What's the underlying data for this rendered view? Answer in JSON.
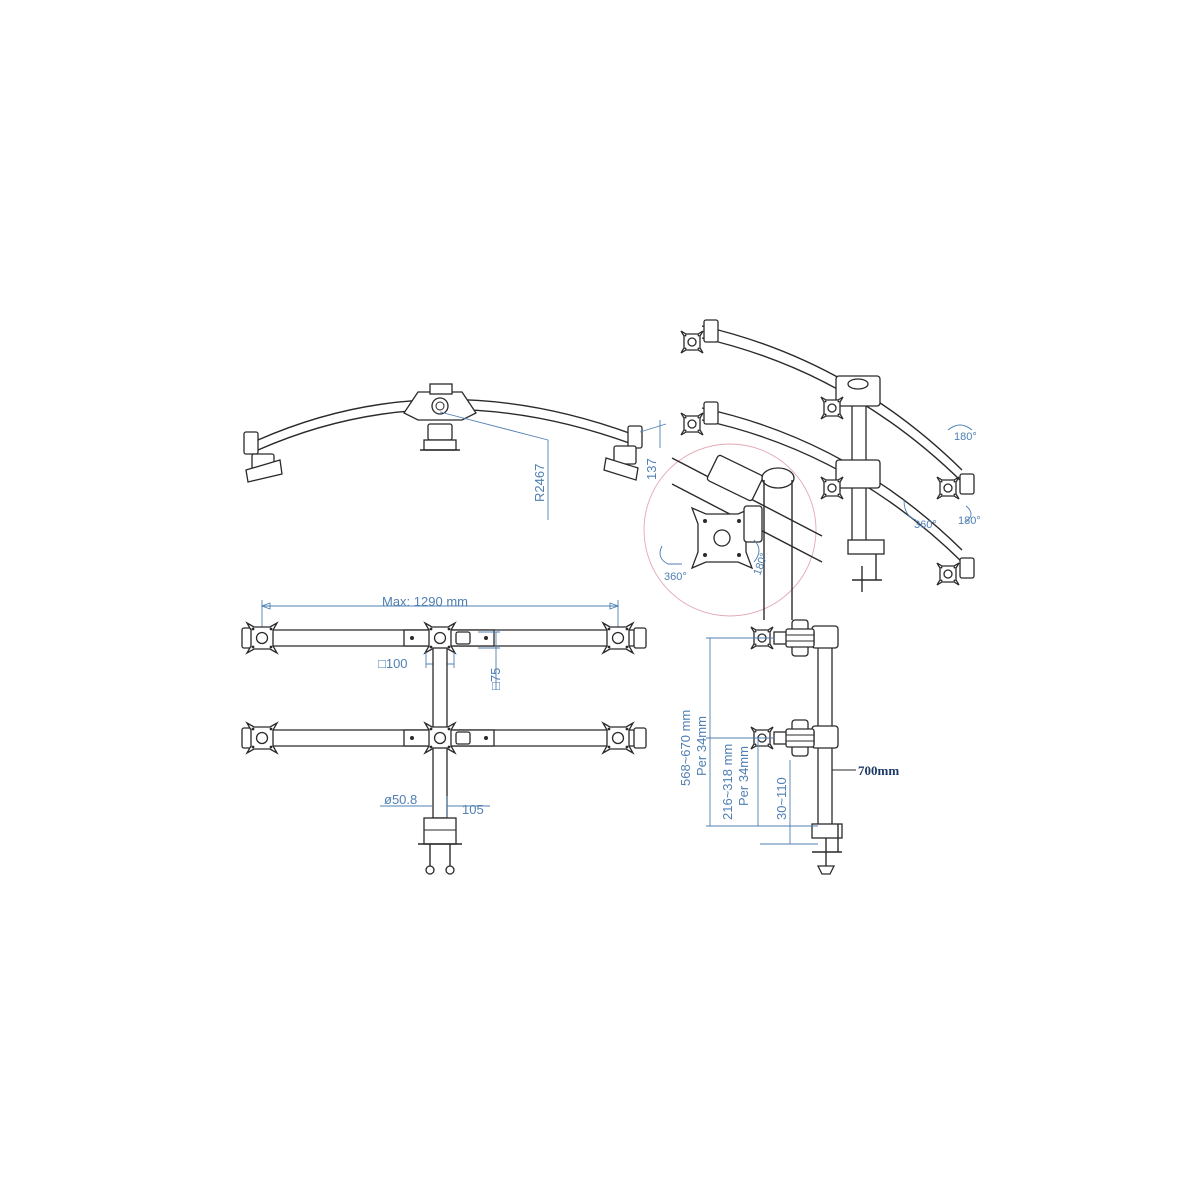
{
  "dimensions": {
    "max_width": "Max: 1290 mm",
    "vesa_100": "□100",
    "vesa_75": "□75",
    "pole_diameter": "ø50.8",
    "offset_105": "105",
    "radius": "R2467",
    "depth_137": "137",
    "upper_height": "568~670  mm",
    "upper_step": "Per  34mm",
    "lower_height": "216~318  mm",
    "lower_step": "Per  34mm",
    "clamp_range": "30~110",
    "pole_height": "700mm"
  },
  "rotation_labels": {
    "rot_360_a": "360°",
    "rot_180_a": "180°",
    "rot_180_b": "180°",
    "rot_360_b": "360°",
    "rot_180_c": "180°"
  },
  "colors": {
    "line": "#2a2a2a",
    "dimension": "#4f7fb3",
    "highlight_circle": "#e3a8b4",
    "pole_label": "#1f3a68"
  }
}
